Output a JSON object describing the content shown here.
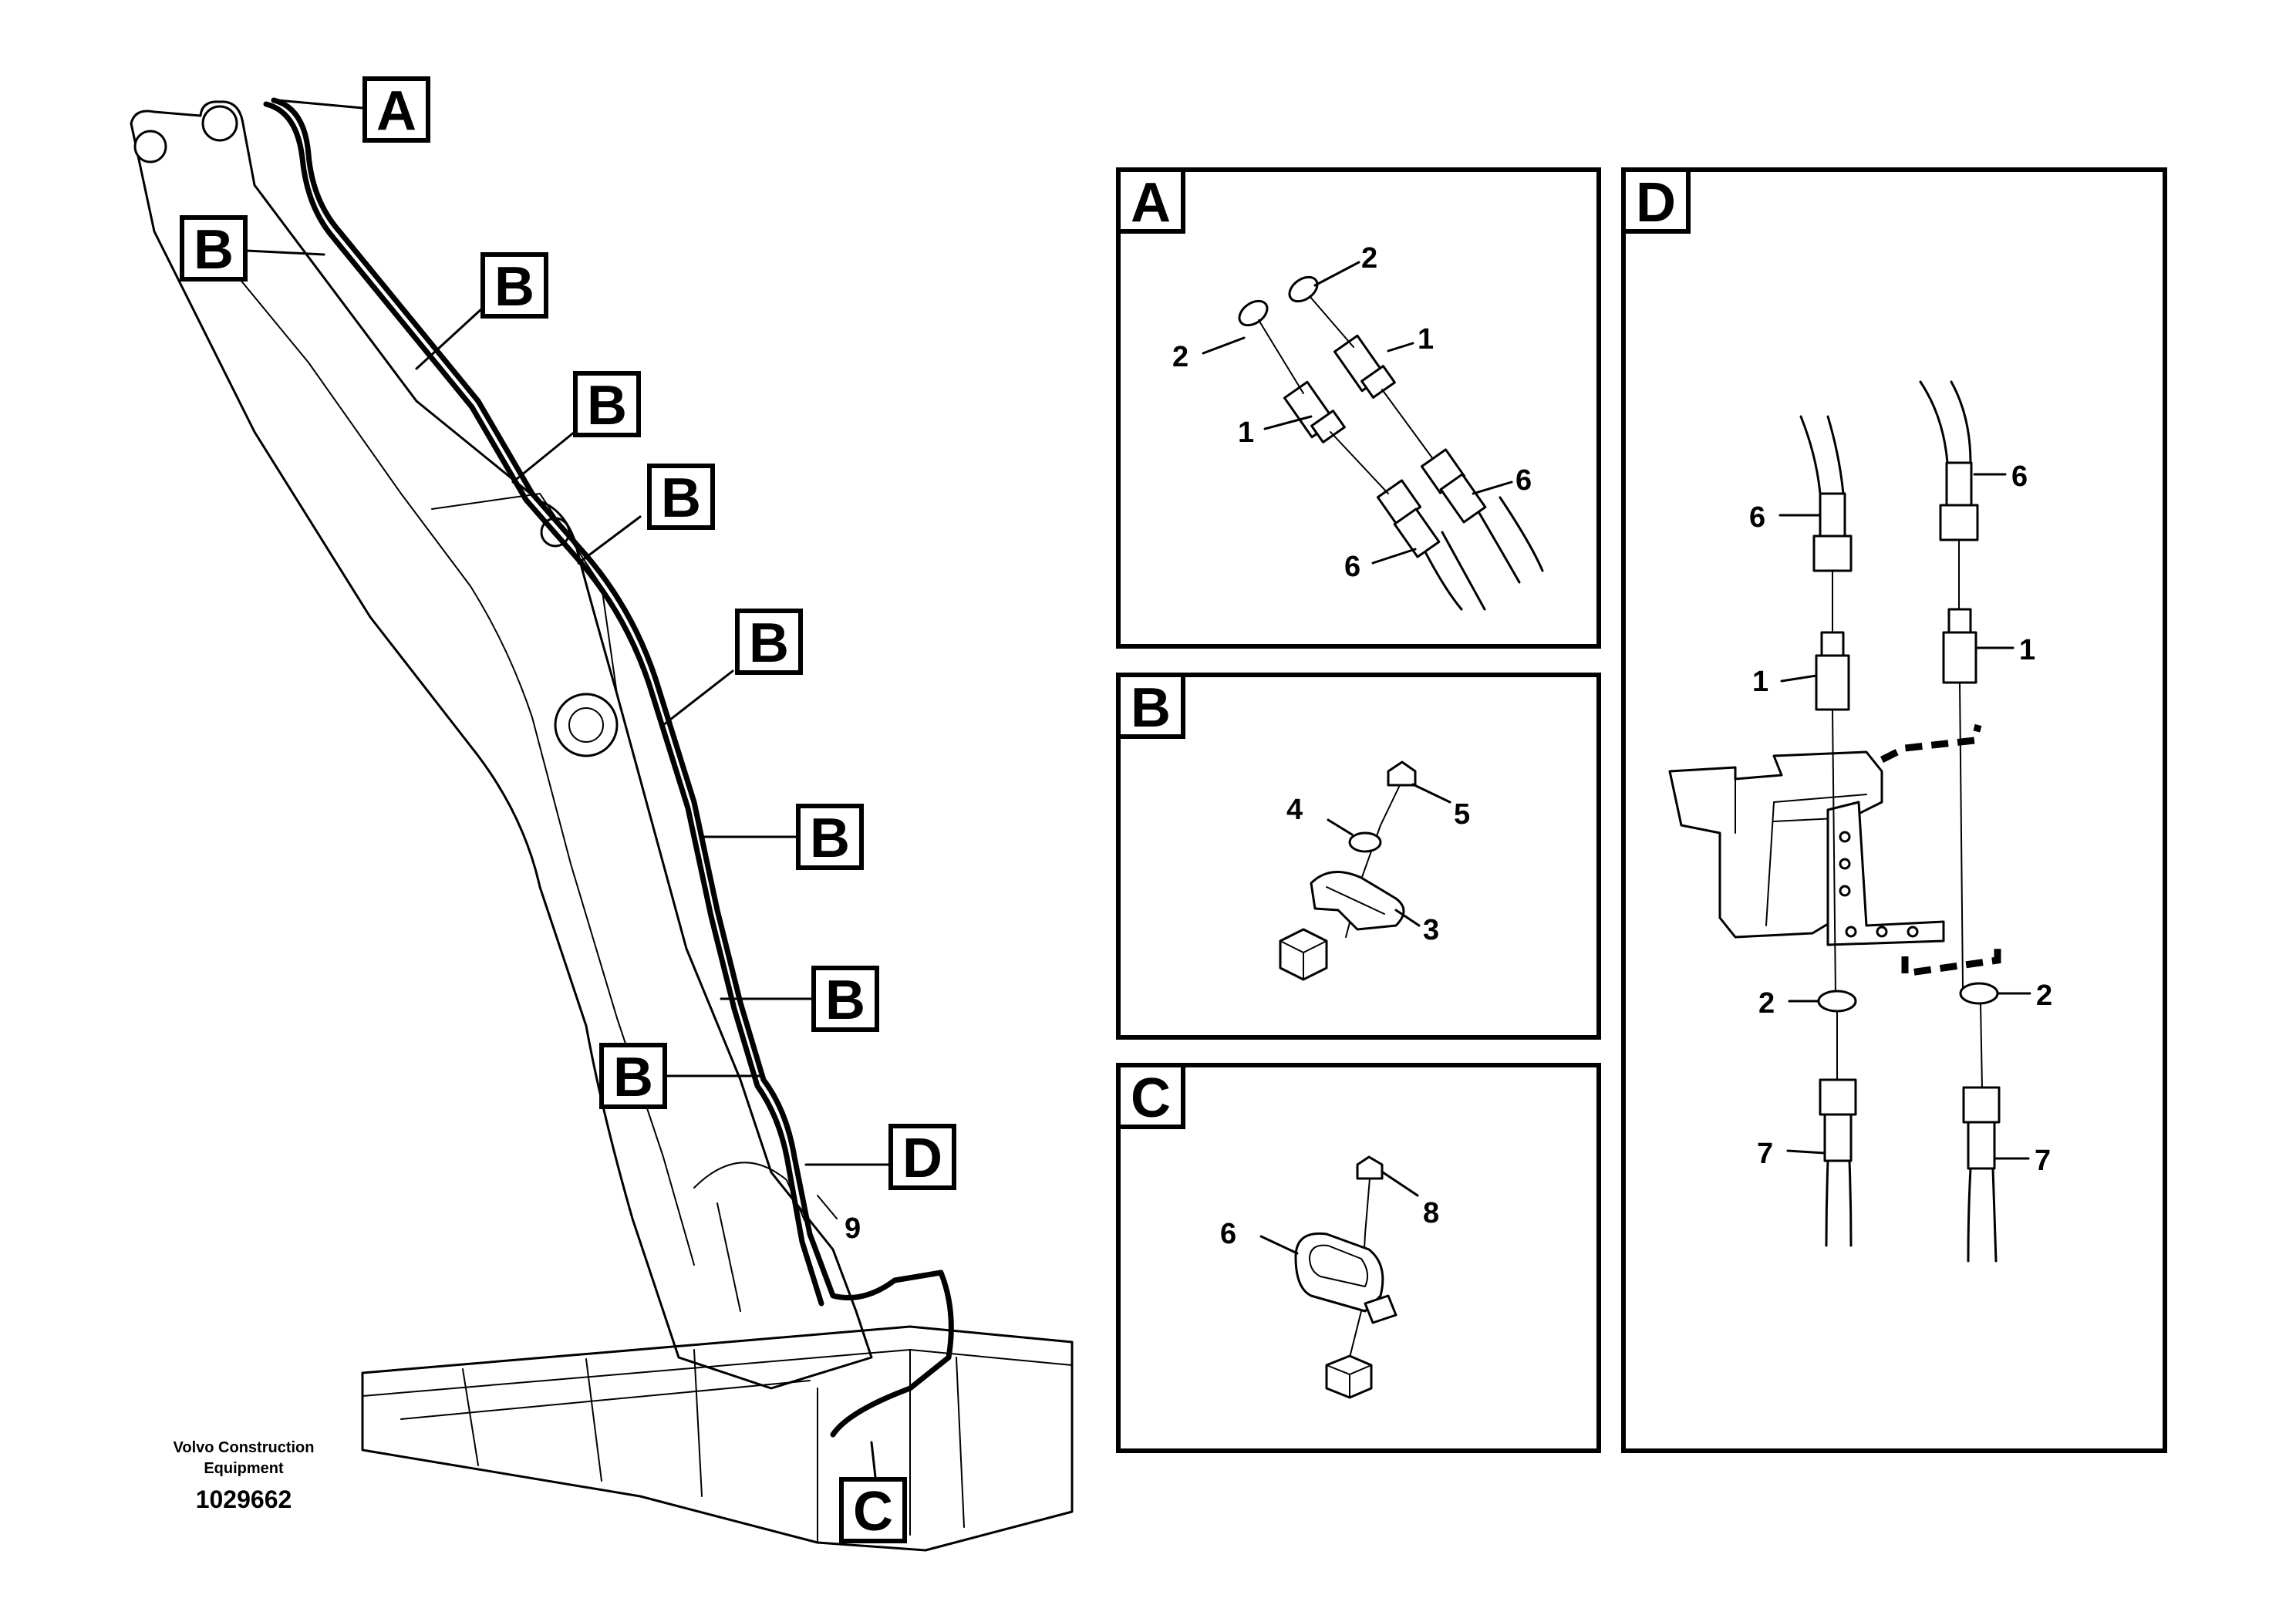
{
  "callouts": {
    "main": {
      "a": "A",
      "b": [
        "B",
        "B",
        "B",
        "B",
        "B",
        "B",
        "B",
        "B"
      ],
      "c": "C",
      "d": "D",
      "item_9": "9"
    },
    "caption": {
      "line1": "Volvo Construction",
      "line2": "Equipment",
      "doc_number": "1029662"
    }
  },
  "detail_a": {
    "title": "A",
    "labels": [
      "2",
      "2",
      "1",
      "1",
      "6",
      "6"
    ]
  },
  "detail_b": {
    "title": "B",
    "labels": [
      "4",
      "5",
      "3"
    ]
  },
  "detail_c": {
    "title": "C",
    "labels": [
      "6",
      "8"
    ]
  },
  "detail_d": {
    "title": "D",
    "labels": [
      "6",
      "6",
      "1",
      "1",
      "2",
      "2",
      "7",
      "7"
    ]
  }
}
